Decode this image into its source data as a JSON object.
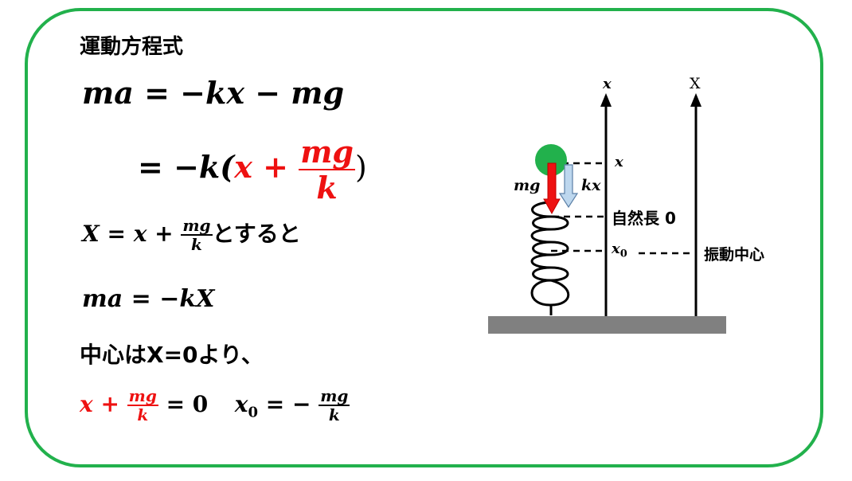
{
  "heading": "運動方程式",
  "equations": {
    "line1": {
      "lhs": "ma",
      "eq": "=",
      "rhs": "−kx − mg"
    },
    "line2": {
      "eq": "=",
      "pre": "−k(",
      "x": "x",
      "plus": "+",
      "num": "mg",
      "den": "k",
      "close": ")"
    },
    "line3": {
      "X": "X",
      "eq": "=",
      "x": "x",
      "plus": "+",
      "num": "mg",
      "den": "k",
      "suffix": "とすると"
    },
    "line4": {
      "lhs": "ma",
      "eq": "=",
      "rhs": "−kX"
    },
    "line5": {
      "text": "中心はX=0より、"
    },
    "line6": {
      "x": "x",
      "plus": "+",
      "num": "mg",
      "den": "k",
      "eq": "= 0",
      "x0": "x",
      "sub": "0",
      "eq2": "=",
      "minus": "−",
      "num2": "mg",
      "den2": "k"
    }
  },
  "diagram": {
    "axis_x_label": "x",
    "axis_X_label": "X",
    "mg_label": "mg",
    "kx_label": "kx",
    "level_x_label": "x",
    "natural_length_label": "自然長 0",
    "x0_label": "x",
    "x0_sub": "0",
    "center_label": "振動中心"
  },
  "colors": {
    "frame": "#22b14c",
    "red": "#ee1111",
    "ball": "#22b14c",
    "ground": "#808080",
    "kx_arrow": "#bdd7ee",
    "kx_arrow_stroke": "#5b7fa6"
  }
}
